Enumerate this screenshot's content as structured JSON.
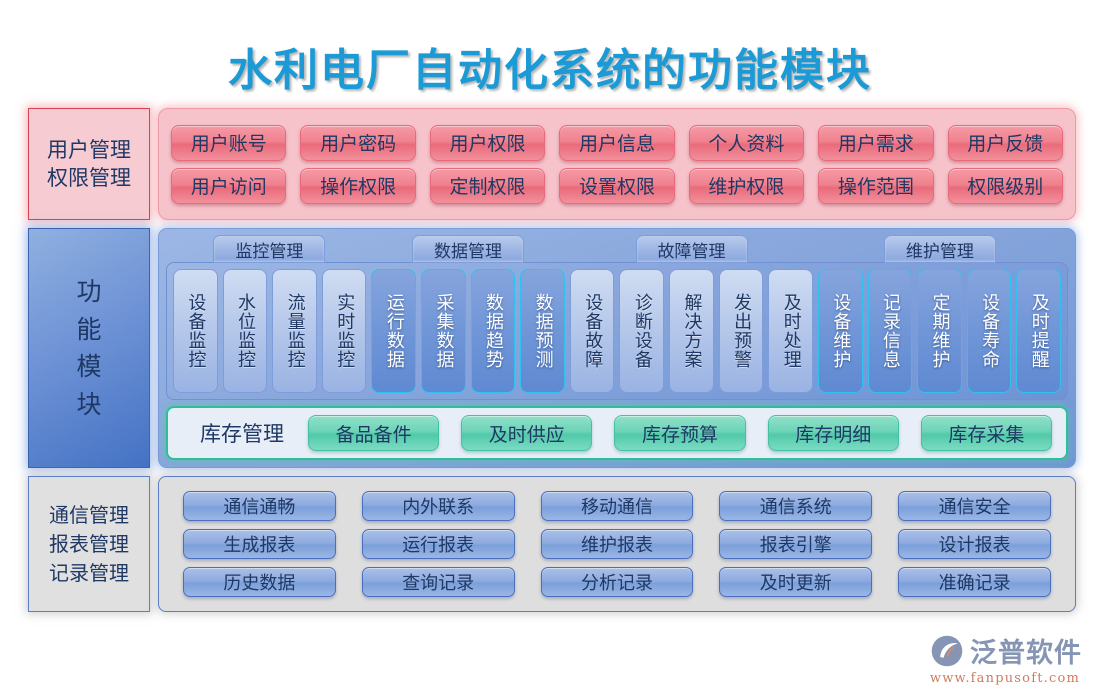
{
  "title": "水利电厂自动化系统的功能模块",
  "colors": {
    "title": "#1c9ad6",
    "red_section": "#f6c3cb",
    "blue_section": "#7396d6",
    "teal_accent": "#2fbf96",
    "gray_section": "#dedede",
    "text": "#1f3864",
    "cyan_border": "#2fc2ef"
  },
  "sections": {
    "user": {
      "label_lines": [
        "用户管理",
        "权限管理"
      ],
      "rows": [
        [
          "用户账号",
          "用户密码",
          "用户权限",
          "用户信息",
          "个人资料",
          "用户需求",
          "用户反馈"
        ],
        [
          "用户访问",
          "操作权限",
          "定制权限",
          "设置权限",
          "维护权限",
          "操作范围",
          "权限级别"
        ]
      ]
    },
    "function": {
      "label_chars": [
        "功",
        "能",
        "模",
        "块"
      ],
      "tabs": [
        {
          "label": "监控管理",
          "span": 4
        },
        {
          "label": "数据管理",
          "span": 4
        },
        {
          "label": "故障管理",
          "span": 5
        },
        {
          "label": "维护管理",
          "span": 5
        }
      ],
      "cells": [
        {
          "label": "设备监控",
          "style": "light"
        },
        {
          "label": "水位监控",
          "style": "light"
        },
        {
          "label": "流量监控",
          "style": "light"
        },
        {
          "label": "实时监控",
          "style": "light"
        },
        {
          "label": "运行数据",
          "style": "dark"
        },
        {
          "label": "采集数据",
          "style": "dark"
        },
        {
          "label": "数据趋势",
          "style": "dark"
        },
        {
          "label": "数据预测",
          "style": "dark"
        },
        {
          "label": "设备故障",
          "style": "light"
        },
        {
          "label": "诊断设备",
          "style": "light"
        },
        {
          "label": "解决方案",
          "style": "light"
        },
        {
          "label": "发出预警",
          "style": "light"
        },
        {
          "label": "及时处理",
          "style": "light"
        },
        {
          "label": "设备维护",
          "style": "dark"
        },
        {
          "label": "记录信息",
          "style": "dark"
        },
        {
          "label": "定期维护",
          "style": "dark"
        },
        {
          "label": "设备寿命",
          "style": "dark"
        },
        {
          "label": "及时提醒",
          "style": "dark"
        }
      ],
      "inventory": {
        "label": "库存管理",
        "items": [
          "备品备件",
          "及时供应",
          "库存预算",
          "库存明细",
          "库存采集"
        ]
      }
    },
    "communication": {
      "label_lines": [
        "通信管理",
        "报表管理",
        "记录管理"
      ],
      "rows": [
        [
          "通信通畅",
          "内外联系",
          "移动通信",
          "通信系统",
          "通信安全"
        ],
        [
          "生成报表",
          "运行报表",
          "维护报表",
          "报表引擎",
          "设计报表"
        ],
        [
          "历史数据",
          "查询记录",
          "分析记录",
          "及时更新",
          "准确记录"
        ]
      ]
    }
  },
  "logo": {
    "name": "泛普软件",
    "url": "www.fanpusoft.com",
    "icon": "fanpu-swoosh-icon"
  }
}
